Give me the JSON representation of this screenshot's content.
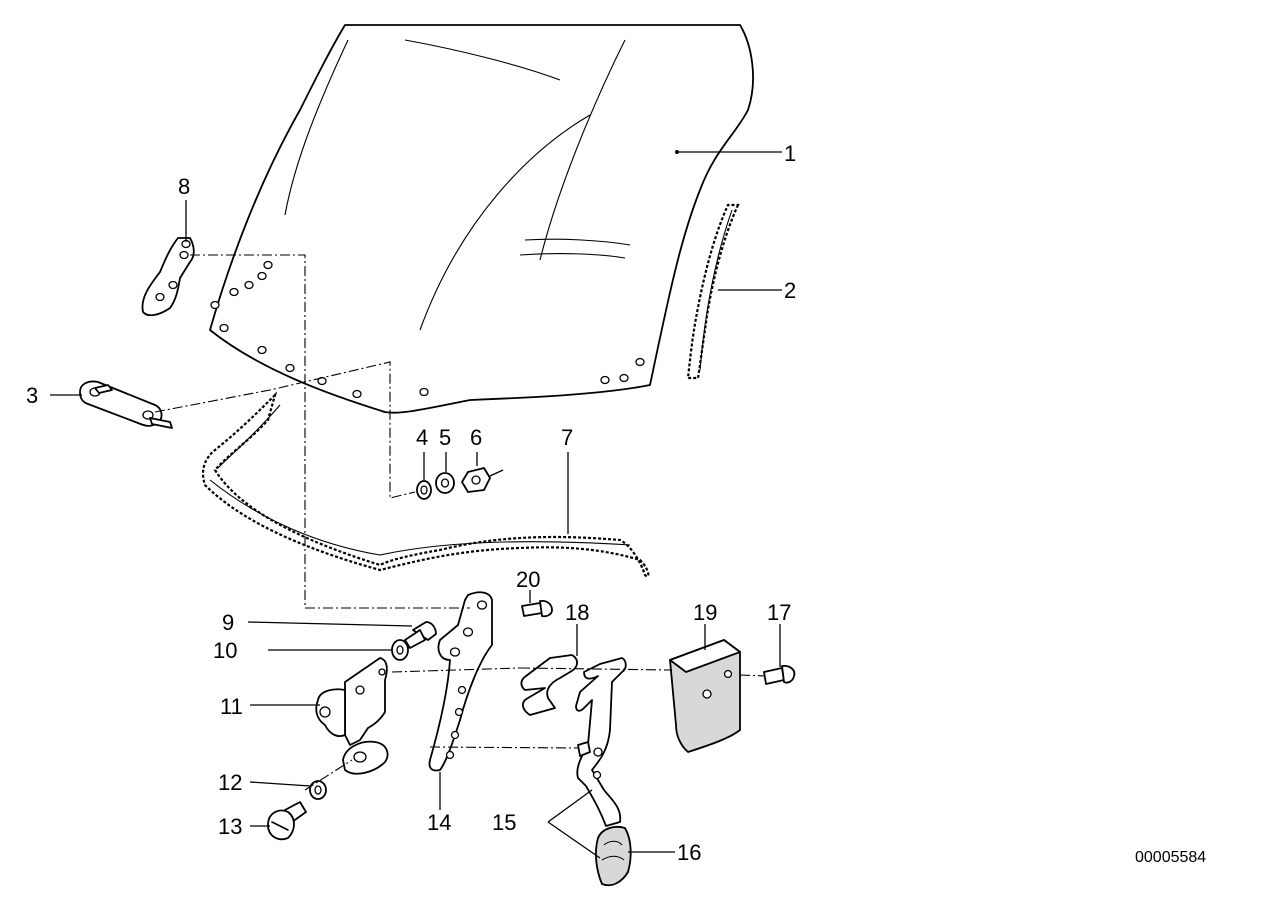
{
  "callouts": [
    {
      "id": "1",
      "text": "1"
    },
    {
      "id": "2",
      "text": "2"
    },
    {
      "id": "3",
      "text": "3"
    },
    {
      "id": "4",
      "text": "4"
    },
    {
      "id": "5",
      "text": "5"
    },
    {
      "id": "6",
      "text": "6"
    },
    {
      "id": "7",
      "text": "7"
    },
    {
      "id": "8",
      "text": "8"
    },
    {
      "id": "9",
      "text": "9"
    },
    {
      "id": "10",
      "text": "10"
    },
    {
      "id": "11",
      "text": "11"
    },
    {
      "id": "12",
      "text": "12"
    },
    {
      "id": "13",
      "text": "13"
    },
    {
      "id": "14",
      "text": "14"
    },
    {
      "id": "15",
      "text": "15"
    },
    {
      "id": "16",
      "text": "16"
    },
    {
      "id": "17",
      "text": "17"
    },
    {
      "id": "18",
      "text": "18"
    },
    {
      "id": "19",
      "text": "19"
    },
    {
      "id": "20",
      "text": "20"
    }
  ],
  "diagram_code": "00005584"
}
